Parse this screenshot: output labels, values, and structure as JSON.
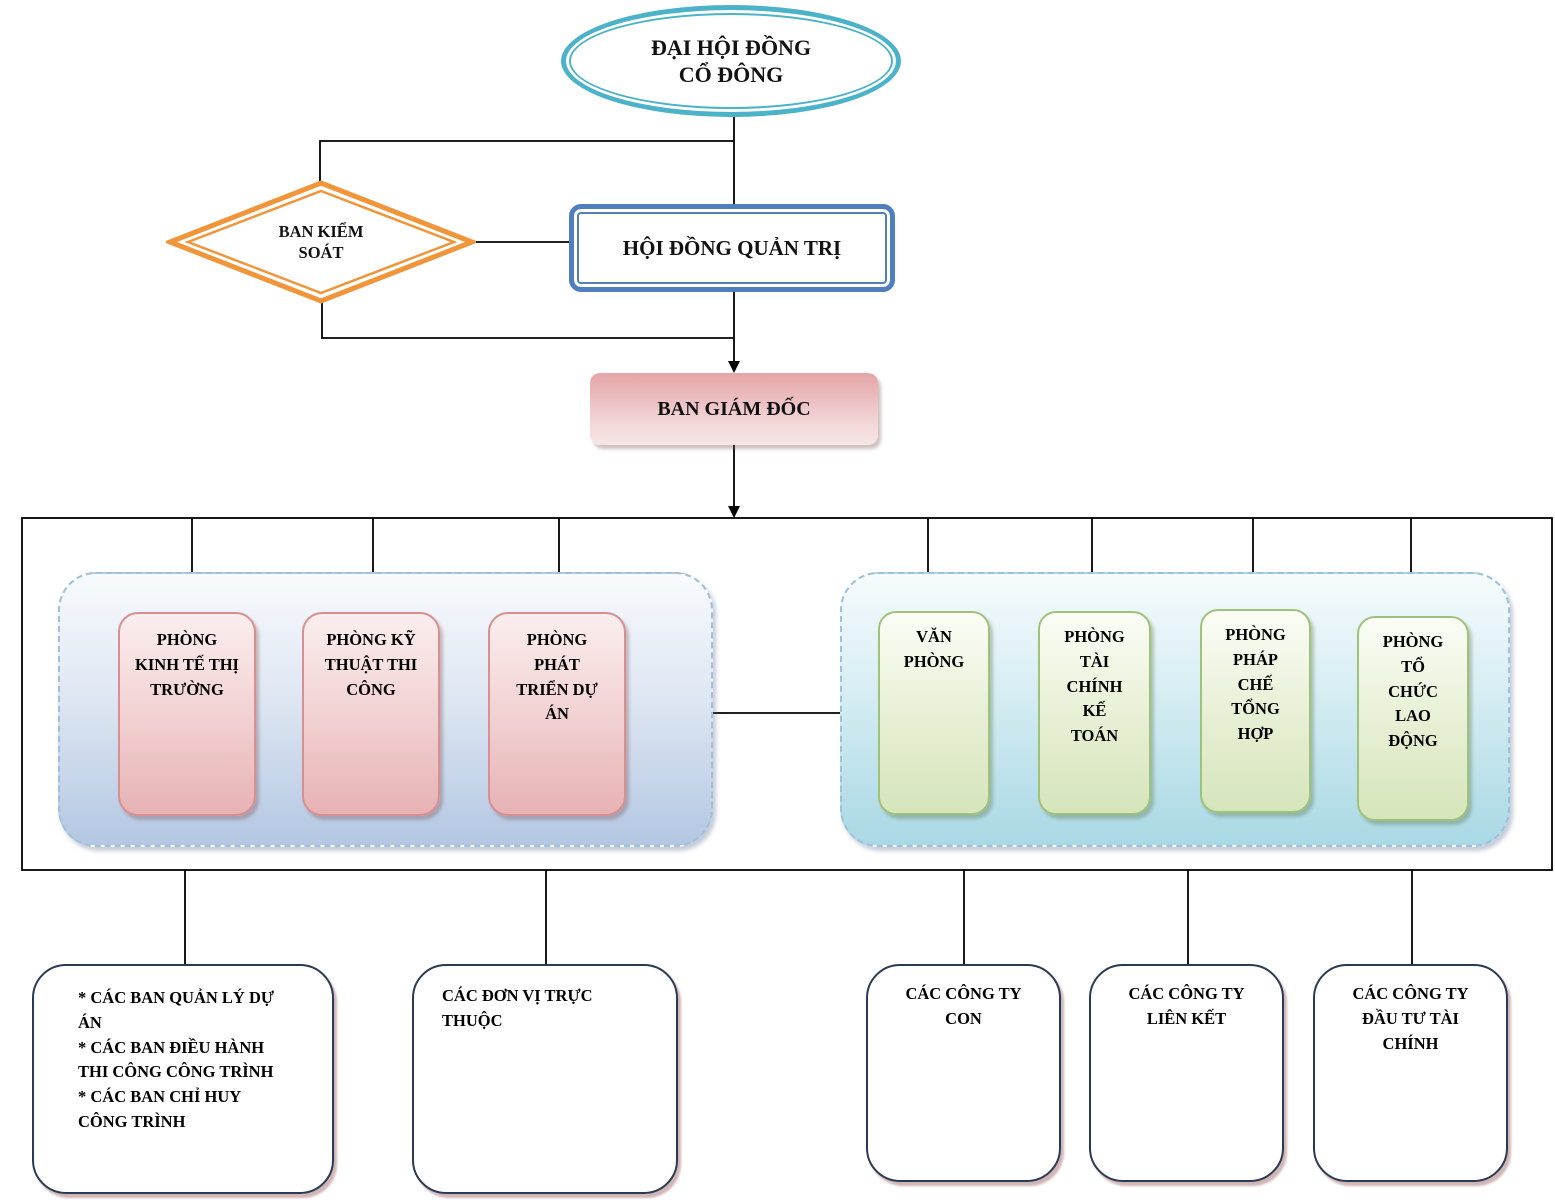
{
  "top": {
    "shareholders": "ĐẠI HỘI ĐỒNG\nCỔ ĐÔNG",
    "supervisory": "BAN KIỂM\nSOÁT",
    "board": "HỘI ĐỒNG QUẢN TRỊ",
    "directors": "BAN GIÁM ĐỐC"
  },
  "departments_left": [
    "PHÒNG\nKINH TẾ THỊ\nTRƯỜNG",
    "PHÒNG KỸ\nTHUẬT THI\nCÔNG",
    "PHÒNG\nPHÁT\nTRIỂN DỰ\nÁN"
  ],
  "departments_right": [
    "VĂN\nPHÒNG",
    "PHÒNG\nTÀI\nCHÍNH\nKẾ\nTOÁN",
    "PHÒNG\nPHÁP\nCHẾ\nTỔNG\nHỢP",
    "PHÒNG\nTỔ\nCHỨC\nLAO\nĐỘNG"
  ],
  "units": [
    "* CÁC BAN QUẢN LÝ DỰ\nÁN\n* CÁC BAN ĐIỀU HÀNH\nTHI CÔNG CÔNG TRÌNH\n* CÁC BAN CHỈ HUY\nCÔNG TRÌNH",
    "CÁC ĐƠN VỊ TRỰC\nTHUỘC",
    "CÁC CÔNG TY\nCON",
    "CÁC CÔNG TY\nLIÊN KẾT",
    "CÁC CÔNG TY\nĐẦU TƯ TÀI\nCHÍNH"
  ],
  "colors": {
    "shareholders_border": "#4cb2c8",
    "supervisory_border": "#f0953a",
    "board_border": "#4f7fbf",
    "directors_fill": "#e4a5a7",
    "dept_left_fill": "#f1cfd0",
    "dept_right_fill": "#e6efd3"
  }
}
